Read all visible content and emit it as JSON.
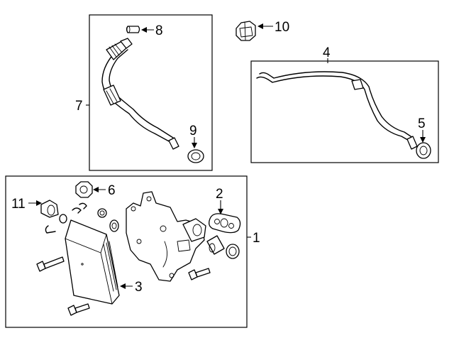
{
  "callouts": {
    "c1": "1",
    "c2": "2",
    "c3": "3",
    "c4": "4",
    "c5": "5",
    "c6": "6",
    "c7": "7",
    "c8": "8",
    "c9": "9",
    "c10": "10",
    "c11": "11"
  },
  "icons": {
    "cooler": "oil-cooler-icon",
    "adapter": "cooler-adapter-housing-icon",
    "hose7": "inlet-hose-icon",
    "pipe4": "outlet-pipe-icon",
    "seal": "o-ring-seal-icon",
    "bolt": "bolt-icon",
    "nut": "nut-icon",
    "gasket": "gasket-icon"
  },
  "colors": {
    "line": "#000000",
    "background": "#ffffff"
  }
}
